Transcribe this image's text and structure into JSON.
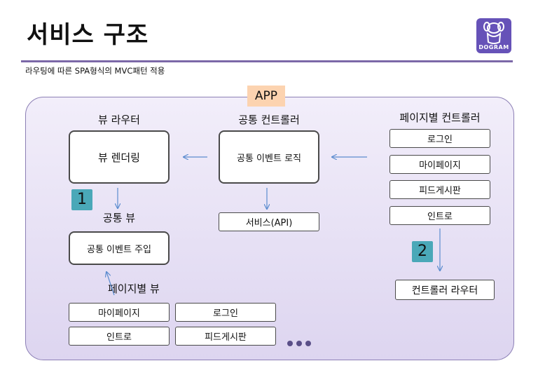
{
  "header": {
    "title": "서비스 구조",
    "subtitle": "라우팅에 따른 SPA형식의 MVC패턴 적용",
    "logo_text": "DOGRAM"
  },
  "diagram": {
    "container_label": "APP",
    "view_router": {
      "label": "뷰 라우터",
      "box": "뷰 렌더링"
    },
    "common_controller": {
      "label": "공통 컨트롤러",
      "box": "공통 이벤트 로직",
      "service": "서비스(API)"
    },
    "page_controllers": {
      "label": "페이지별 컨트롤러",
      "items": [
        "로그인",
        "마이페이지",
        "피드게시판",
        "인트로"
      ],
      "router": "컨트롤러 라우터"
    },
    "common_view": {
      "label": "공통 뷰",
      "box": "공통 이벤트 주입"
    },
    "page_views": {
      "label": "페이지별 뷰",
      "items": [
        "마이페이지",
        "로그인",
        "인트로",
        "피드게시판"
      ]
    },
    "step_badges": [
      "1",
      "2"
    ]
  },
  "colors": {
    "accent": "#7b68a8",
    "badge": "#4aa8b8",
    "app_badge": "#fcd3b0",
    "arrow": "#5b8ccf"
  }
}
